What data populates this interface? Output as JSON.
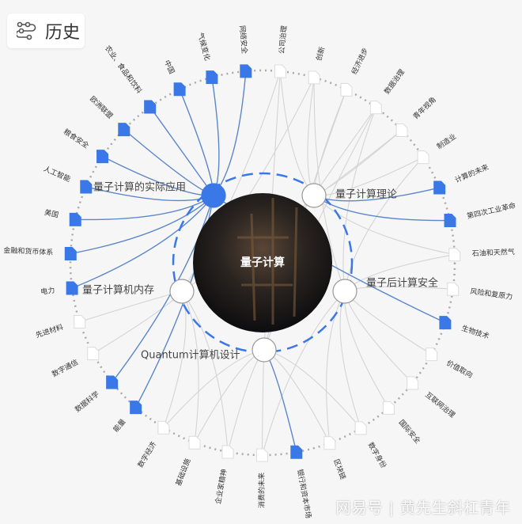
{
  "header": {
    "history_label": "历史",
    "icon": "flow-path-icon"
  },
  "center": {
    "label": "量子计算"
  },
  "hubs": [
    {
      "label": "量子计算的实际应用",
      "active": true
    },
    {
      "label": "量子计算理论",
      "active": false
    },
    {
      "label": "量子后计算安全",
      "active": false
    },
    {
      "label": "Quantum计算机设计",
      "active": false
    },
    {
      "label": "量子计算机内存",
      "active": false
    }
  ],
  "topics": [
    {
      "label": "网络安全",
      "active": true,
      "hubs": [
        0
      ]
    },
    {
      "label": "公司治理",
      "active": false,
      "hubs": [
        1,
        4,
        3
      ]
    },
    {
      "label": "创新",
      "active": false,
      "hubs": [
        1,
        4,
        2
      ]
    },
    {
      "label": "经济进步",
      "active": false,
      "hubs": [
        1,
        3
      ]
    },
    {
      "label": "数据治理",
      "active": false,
      "hubs": [
        1,
        2,
        3
      ]
    },
    {
      "label": "青年视角",
      "active": false,
      "hubs": [
        1,
        4
      ]
    },
    {
      "label": "制造业",
      "active": false,
      "hubs": [
        1,
        2
      ]
    },
    {
      "label": "计算的未来",
      "active": true,
      "hubs": [
        1
      ]
    },
    {
      "label": "第四次工业革命",
      "active": true,
      "hubs": [
        1
      ]
    },
    {
      "label": "石油和天然气",
      "active": false,
      "hubs": [
        2,
        1
      ]
    },
    {
      "label": "风险和复原力",
      "active": false,
      "hubs": [
        2
      ]
    },
    {
      "label": "生物技术",
      "active": true,
      "hubs": [
        0
      ]
    },
    {
      "label": "价值取向",
      "active": false,
      "hubs": [
        2
      ]
    },
    {
      "label": "互联网治理",
      "active": false,
      "hubs": [
        2
      ]
    },
    {
      "label": "国际安全",
      "active": false,
      "hubs": [
        2
      ]
    },
    {
      "label": "数字身份",
      "active": false,
      "hubs": [
        2,
        3
      ]
    },
    {
      "label": "区块链",
      "active": false,
      "hubs": [
        2,
        3
      ]
    },
    {
      "label": "银行和资本市场",
      "active": true,
      "hubs": [
        3
      ]
    },
    {
      "label": "消费的未来",
      "active": false,
      "hubs": [
        3,
        2
      ]
    },
    {
      "label": "企业家精神",
      "active": false,
      "hubs": [
        4,
        3
      ]
    },
    {
      "label": "基础设施",
      "active": false,
      "hubs": [
        3,
        4
      ]
    },
    {
      "label": "数字经济",
      "active": false,
      "hubs": [
        4,
        3
      ]
    },
    {
      "label": "能量",
      "active": true,
      "hubs": [
        0
      ]
    },
    {
      "label": "数据科学",
      "active": true,
      "hubs": [
        0
      ]
    },
    {
      "label": "数字通信",
      "active": false,
      "hubs": [
        4
      ]
    },
    {
      "label": "先进材料",
      "active": false,
      "hubs": [
        4
      ]
    },
    {
      "label": "电力",
      "active": true,
      "hubs": [
        0
      ]
    },
    {
      "label": "金融和货币体系",
      "active": true,
      "hubs": [
        0
      ]
    },
    {
      "label": "美国",
      "active": true,
      "hubs": [
        0
      ]
    },
    {
      "label": "人工智能",
      "active": true,
      "hubs": [
        0
      ]
    },
    {
      "label": "粮食安全",
      "active": true,
      "hubs": [
        0
      ]
    },
    {
      "label": "欧洲联盟",
      "active": true,
      "hubs": [
        0
      ]
    },
    {
      "label": "农业、食品和饮料",
      "active": true,
      "hubs": [
        0
      ]
    },
    {
      "label": "中国",
      "active": true,
      "hubs": [
        0
      ]
    },
    {
      "label": "气候变化",
      "active": true,
      "hubs": [
        0
      ]
    }
  ],
  "colors": {
    "accent": "#3b78e7",
    "edge_active": "#5b86c9",
    "edge": "#d4d4d6",
    "ring": "#a9a9ab"
  },
  "watermark": "网易号 | 黄先生斜杠青年"
}
